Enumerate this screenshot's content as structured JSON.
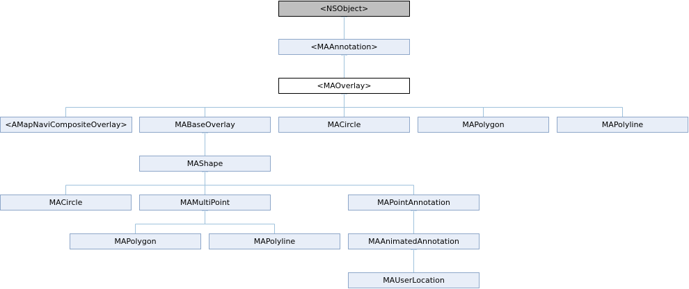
{
  "diagram": {
    "nodes": [
      {
        "id": "nsobject",
        "label": "<NSObject>"
      },
      {
        "id": "maannotation",
        "label": "<MAAnnotation>"
      },
      {
        "id": "maoverlay",
        "label": "<MAOverlay>"
      },
      {
        "id": "amapnavi",
        "label": "<AMapNaviCompositeOverlay>"
      },
      {
        "id": "mabaseoverlay",
        "label": "MABaseOverlay"
      },
      {
        "id": "macircle1",
        "label": "MACircle"
      },
      {
        "id": "mapolygon1",
        "label": "MAPolygon"
      },
      {
        "id": "mapolyline1",
        "label": "MAPolyline"
      },
      {
        "id": "mashape",
        "label": "MAShape"
      },
      {
        "id": "macircle2",
        "label": "MACircle"
      },
      {
        "id": "mamultipoint",
        "label": "MAMultiPoint"
      },
      {
        "id": "mapointannotation",
        "label": "MAPointAnnotation"
      },
      {
        "id": "mapolygon2",
        "label": "MAPolygon"
      },
      {
        "id": "mapolyline2",
        "label": "MAPolyline"
      },
      {
        "id": "maanimatedannotation",
        "label": "MAAnimatedAnnotation"
      },
      {
        "id": "mauserlocation",
        "label": "MAUserLocation"
      }
    ],
    "edges": [
      {
        "from": "maannotation",
        "to": "nsobject"
      },
      {
        "from": "maoverlay",
        "to": "maannotation"
      },
      {
        "from": "amapnavi",
        "to": "maoverlay"
      },
      {
        "from": "mabaseoverlay",
        "to": "maoverlay"
      },
      {
        "from": "macircle1",
        "to": "maoverlay"
      },
      {
        "from": "mapolygon1",
        "to": "maoverlay"
      },
      {
        "from": "mapolyline1",
        "to": "maoverlay"
      },
      {
        "from": "mashape",
        "to": "mabaseoverlay"
      },
      {
        "from": "macircle2",
        "to": "mashape"
      },
      {
        "from": "mamultipoint",
        "to": "mashape"
      },
      {
        "from": "mapointannotation",
        "to": "mashape"
      },
      {
        "from": "mapolygon2",
        "to": "mamultipoint"
      },
      {
        "from": "mapolyline2",
        "to": "mamultipoint"
      },
      {
        "from": "maanimatedannotation",
        "to": "mapointannotation"
      },
      {
        "from": "mauserlocation",
        "to": "maanimatedannotation"
      }
    ],
    "colors": {
      "node_fill": "#e8eef8",
      "node_border": "#8ea7c9",
      "root_fill": "#bfbfbf",
      "current_fill": "#ffffff",
      "edge": "#9fc2dc"
    }
  }
}
